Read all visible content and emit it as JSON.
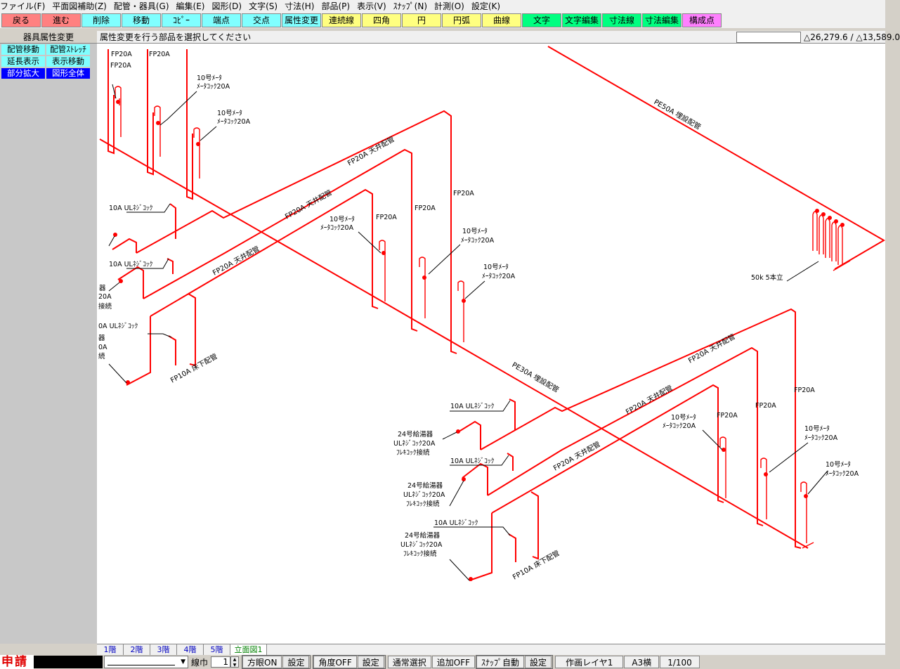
{
  "menu": [
    "ファイル(F)",
    "平面図補助(Z)",
    "配管・器具(G)",
    "編集(E)",
    "図形(D)",
    "文字(S)",
    "寸法(H)",
    "部品(P)",
    "表示(V)",
    "ｽﾅｯﾌﾟ(N)",
    "計測(O)",
    "設定(K)"
  ],
  "toolbar": [
    {
      "label": "戻る",
      "color": "#ff8080"
    },
    {
      "label": "進む",
      "color": "#ff8080"
    },
    {
      "label": "削除",
      "color": "#80ffff"
    },
    {
      "label": "移動",
      "color": "#80ffff"
    },
    {
      "label": "ｺﾋﾟｰ",
      "color": "#80ffff"
    },
    {
      "label": "端点",
      "color": "#80ffff"
    },
    {
      "label": "交点",
      "color": "#80ffff"
    },
    {
      "label": "属性変更",
      "color": "#80ffff"
    },
    {
      "label": "連続線",
      "color": "#ffff80"
    },
    {
      "label": "四角",
      "color": "#ffff80"
    },
    {
      "label": "円",
      "color": "#ffff80"
    },
    {
      "label": "円弧",
      "color": "#ffff80"
    },
    {
      "label": "曲線",
      "color": "#ffff80"
    },
    {
      "label": "文字",
      "color": "#00ff80"
    },
    {
      "label": "文字編集",
      "color": "#00ff80"
    },
    {
      "label": "寸法線",
      "color": "#00ff80"
    },
    {
      "label": "寸法編集",
      "color": "#00ff80"
    },
    {
      "label": "構成点",
      "color": "#ff80ff"
    }
  ],
  "sidepanel": {
    "title": "器具属性変更",
    "rows": [
      [
        "配管移動",
        "配管ｽﾄﾚｯﾁ"
      ],
      [
        "延長表示",
        "表示移動"
      ],
      [
        "部分拡大",
        "図形全体"
      ]
    ]
  },
  "status": {
    "message": "属性変更を行う部品を選択してください",
    "coords": "△26,279.6 / △13,589.0"
  },
  "drawing": {
    "labels": {
      "fp20a": "FP20A",
      "meter": "10号ﾒｰﾀ",
      "meter_cock": "ﾒｰﾀｺｯｸ20A",
      "ul": "10A ULﾈｼﾞｺｯｸ",
      "ceiling": "FP20A 天井配管",
      "floor": "FP10A 床下配管",
      "heater": "24号給湯器",
      "ul_cock": "ULﾈｼﾞｺｯｸ20A",
      "flex": "ﾌﾚｷｺｯｸ接続",
      "pe50": "PE50A 埋設配管",
      "pe30": "PE30A 埋設配管",
      "cylinders": "50k 5本立",
      "ul_partial": "0A ULﾈｼﾞｺｯｸ",
      "frag_ki": "器",
      "frag_20a": "20A",
      "frag_zoku": "接続",
      "frag_0a": "0A",
      "frag_zoku2": "続"
    }
  },
  "floortabs": [
    "1階",
    "2階",
    "3階",
    "4階",
    "5階",
    "立面図1"
  ],
  "bottombar": {
    "app_mark": "申請",
    "linewidth_label": "線巾",
    "linewidth_value": "1",
    "hogan": "方眼ON",
    "set": "設定",
    "angle": "角度OFF",
    "select_mode": "通常選択",
    "add": "追加OFF",
    "snap": "ｽﾅｯﾌﾟ自動",
    "layer": "作画レイヤ1",
    "paper": "A3横",
    "scale": "1/100"
  }
}
